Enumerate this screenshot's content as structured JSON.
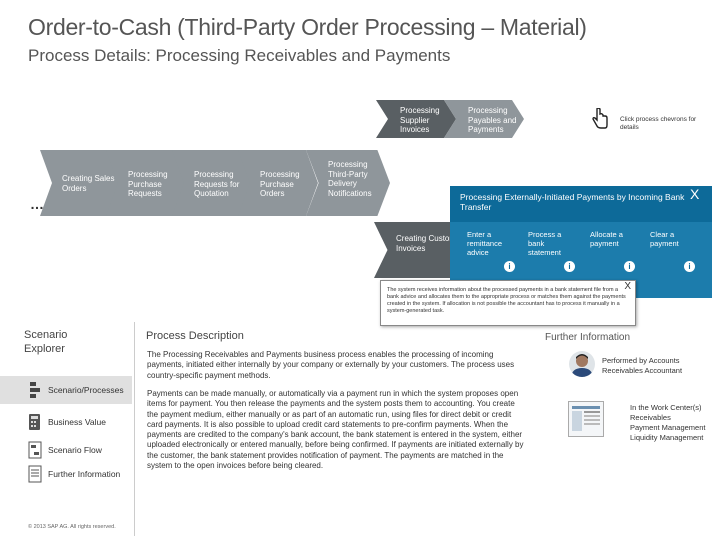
{
  "header": {
    "title": "Order-to-Cash (Third-Party Order Processing – Material)",
    "subtitle": "Process Details: Processing Receivables and Payments"
  },
  "process_flow": {
    "top_row": [
      {
        "label": "Processing Supplier Invoices"
      },
      {
        "label": "Processing Payables and Payments"
      }
    ],
    "main_row": [
      {
        "label": "Creating Sales Orders"
      },
      {
        "label": "Processing Purchase Requests"
      },
      {
        "label": "Processing Requests for Quotation"
      },
      {
        "label": "Processing Purchase Orders"
      },
      {
        "label": "Processing Third-Party Delivery Notifications"
      }
    ],
    "more_indicator": "…",
    "lower_step": {
      "label": "Creating Customer Invoices"
    },
    "expanded": {
      "label": "Processing Externally-Initiated Payments by Incoming Bank Transfer",
      "close_glyph": "X",
      "substeps": [
        {
          "label": "Enter a remittance advice"
        },
        {
          "label": "Process a bank statement"
        },
        {
          "label": "Allocate a payment"
        },
        {
          "label": "Clear a payment"
        }
      ],
      "info_glyph": "i"
    },
    "hint": {
      "icon": "pointer-hand-icon",
      "text": "Click process chevrons for details"
    },
    "tooltip": {
      "close_glyph": "X",
      "text": "The system receives information about the processed payments in a bank statement file from a bank advice and allocates them to the appropriate process or matches them against the payments created in the system. If allocation is not possible the accountant has to process it manually in a system-generated task."
    }
  },
  "sidebar": {
    "title": "Scenario Explorer",
    "items": [
      {
        "label": "Scenario/Processes",
        "icon": "process-flow-icon",
        "active": true
      },
      {
        "label": "Business Value",
        "icon": "calculator-icon",
        "active": false
      },
      {
        "label": "Scenario Flow",
        "icon": "flow-icon",
        "active": false
      },
      {
        "label": "Further Information",
        "icon": "info-page-icon",
        "active": false
      }
    ],
    "copyright": "© 2013 SAP AG. All rights reserved."
  },
  "main": {
    "section_title": "Process Description",
    "paragraph1": "The Processing Receivables and Payments business process enables the processing of incoming payments, initiated either internally by your company or externally by your customers. The process uses country-specific payment methods.",
    "paragraph2": "Payments can be made manually, or automatically via a payment run in which the system proposes open items for payment. You then release the payments and the system posts them to accounting. You create the payment medium, either manually or as part of an automatic run, using files for direct debit or credit card payments. It is also possible to upload credit card statements to pre-confirm payments. When the payments are credited to the company's bank account, the bank statement is entered in the system, either uploaded electronically or entered manually, before being confirmed. If payments are initiated externally by the customer, the bank statement provides notification of payment. The payments are matched in the system to the open invoices before being cleared."
  },
  "roles": {
    "heading": "Further Information",
    "performed_by": "Performed by Accounts Receivables Accountant",
    "work_center_heading": "In the Work Center(s)",
    "work_centers": [
      "Receivables",
      "Payment Management",
      "Liquidity Management"
    ]
  },
  "colors": {
    "chevron_light": "#8f969b",
    "chevron_dark": "#595f63",
    "accent_blue": "#0d6a99",
    "panel_blue": "#1c7cac"
  }
}
